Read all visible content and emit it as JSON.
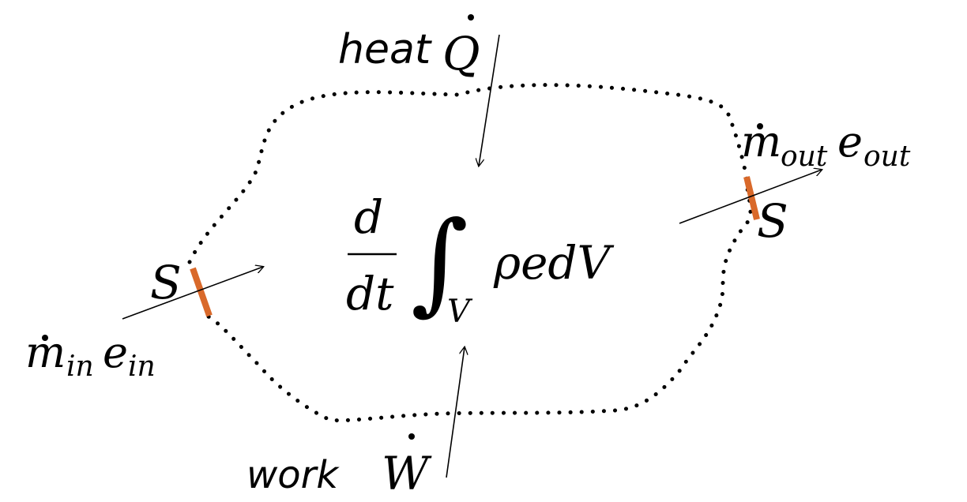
{
  "labels": {
    "heat_word": "heat",
    "heat_symbol": "Q",
    "work_word": "work",
    "work_symbol": "W",
    "surface_symbol": "S",
    "mass_symbol": "m",
    "energy_symbol": "e",
    "inlet_subscript": "in",
    "outlet_subscript": "out",
    "derivative_numerator": "d",
    "derivative_denominator": "dt",
    "integral_sign": "∫",
    "integral_lower_limit": "V",
    "integrand": "ρedV"
  },
  "colors": {
    "boundary": "#000000",
    "surface_mark": "#d9692a",
    "arrow": "#000000",
    "text": "#000000"
  }
}
